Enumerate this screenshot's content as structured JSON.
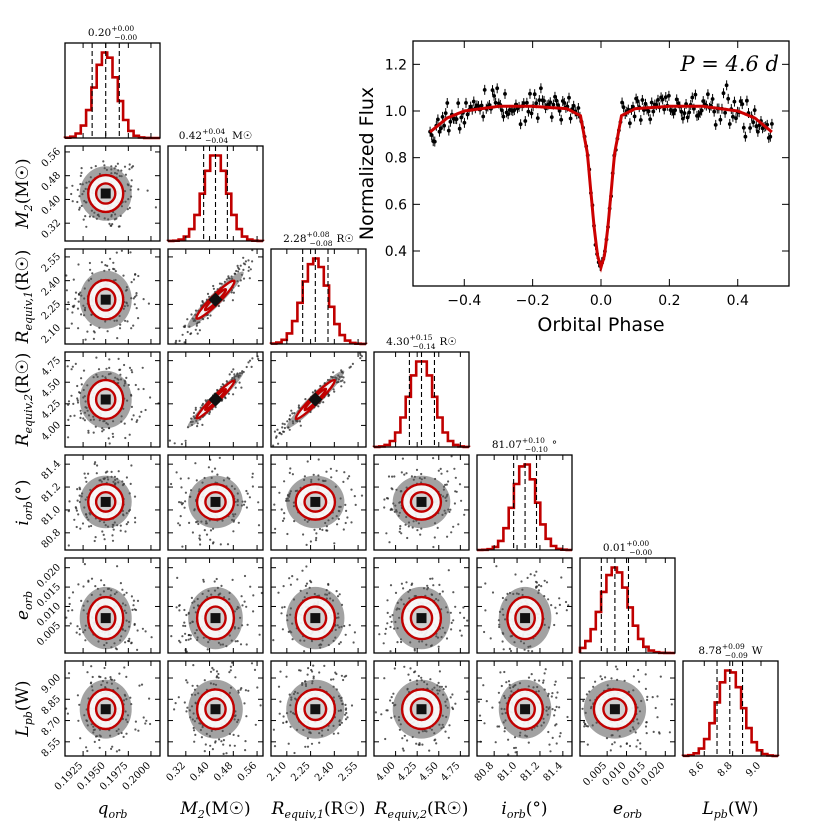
{
  "chart_data": [
    {
      "type": "corner",
      "parameters": [
        {
          "key": "q",
          "label_main": "q",
          "label_sub": "orb",
          "label_unit": "",
          "title_value": "0.20",
          "title_plus": "+0.00",
          "title_minus": "−0.00",
          "title_unit": "",
          "median": 0.195,
          "sigma": 0.00125,
          "lo": 0.1935,
          "hi": 0.1965,
          "range": [
            0.1905,
            0.201
          ],
          "ticks": [
            0.1925,
            0.195,
            0.1975,
            0.2
          ],
          "tick_labels": [
            "0.1925",
            "0.1950",
            "0.1975",
            "0.2000"
          ]
        },
        {
          "key": "m2",
          "label_main": "M",
          "label_sub": "2",
          "label_unit": "(M☉)",
          "title_value": "0.42",
          "title_plus": "+0.04",
          "title_minus": "−0.04",
          "title_unit": "M☉",
          "median": 0.42,
          "sigma": 0.04,
          "lo": 0.38,
          "hi": 0.46,
          "range": [
            0.26,
            0.58
          ],
          "ticks": [
            0.32,
            0.4,
            0.48,
            0.56
          ],
          "tick_labels": [
            "0.32",
            "0.40",
            "0.48",
            "0.56"
          ]
        },
        {
          "key": "r1",
          "label_main": "R",
          "label_sub": "equiv,1",
          "label_unit": "(R☉)",
          "title_value": "2.28",
          "title_plus": "+0.08",
          "title_minus": "−0.08",
          "title_unit": "R☉",
          "median": 2.28,
          "sigma": 0.08,
          "lo": 2.2,
          "hi": 2.36,
          "range": [
            2.0,
            2.6
          ],
          "ticks": [
            2.1,
            2.25,
            2.4,
            2.55
          ],
          "tick_labels": [
            "2.10",
            "2.25",
            "2.40",
            "2.55"
          ]
        },
        {
          "key": "r2",
          "label_main": "R",
          "label_sub": "equiv,2",
          "label_unit": "(R☉)",
          "title_value": "4.30",
          "title_plus": "+0.15",
          "title_minus": "−0.14",
          "title_unit": "R☉",
          "median": 4.3,
          "sigma": 0.145,
          "lo": 4.16,
          "hi": 4.45,
          "range": [
            3.75,
            4.85
          ],
          "ticks": [
            4.0,
            4.25,
            4.5,
            4.75
          ],
          "tick_labels": [
            "4.00",
            "4.25",
            "4.50",
            "4.75"
          ]
        },
        {
          "key": "inc",
          "label_main": "i",
          "label_sub": "orb",
          "label_unit": "(°)",
          "title_value": "81.07",
          "title_plus": "+0.10",
          "title_minus": "−0.10",
          "title_unit": "°",
          "median": 81.07,
          "sigma": 0.1,
          "lo": 80.97,
          "hi": 81.17,
          "range": [
            80.65,
            81.48
          ],
          "ticks": [
            80.8,
            81.0,
            81.2,
            81.4
          ],
          "tick_labels": [
            "80.8",
            "81.0",
            "81.2",
            "81.4"
          ]
        },
        {
          "key": "ecc",
          "label_main": "e",
          "label_sub": "orb",
          "label_unit": "",
          "title_value": "0.01",
          "title_plus": "+0.00",
          "title_minus": "−0.00",
          "title_unit": "",
          "median": 0.007,
          "sigma": 0.0035,
          "lo": 0.0035,
          "hi": 0.0105,
          "range": [
            -0.002,
            0.0225
          ],
          "ticks": [
            0.005,
            0.01,
            0.015,
            0.02
          ],
          "tick_labels": [
            "0.005",
            "0.010",
            "0.015",
            "0.020"
          ]
        },
        {
          "key": "lpb",
          "label_main": "L",
          "label_sub": "pb",
          "label_unit": "(W)",
          "title_value": "8.78",
          "title_plus": "+0.09",
          "title_minus": "−0.09",
          "title_unit": "W",
          "median": 8.78,
          "sigma": 0.09,
          "lo": 8.69,
          "hi": 8.87,
          "range": [
            8.45,
            9.12
          ],
          "ticks": [
            8.55,
            8.7,
            8.85,
            9.0
          ],
          "tick_labels": [
            "8.55",
            "8.70",
            "8.85",
            "9.00"
          ],
          "x_ticks": [
            8.6,
            8.8,
            9.0
          ],
          "x_tick_labels": [
            "8.6",
            "8.8",
            "9.0"
          ]
        }
      ],
      "correlations": {
        "m2-r1": 0.95,
        "m2-r2": 0.97,
        "r1-r2": 0.96
      },
      "colors": {
        "contour": "#c00000",
        "hist": "#c00000",
        "points": "#222222",
        "quantile_lines": "#000000"
      }
    },
    {
      "type": "scatter",
      "annotation": "P = 4.6 d",
      "xlabel": "Orbital Phase",
      "ylabel": "Normalized Flux",
      "xlim": [
        -0.55,
        0.55
      ],
      "ylim": [
        0.25,
        1.3
      ],
      "xticks": [
        -0.4,
        -0.2,
        0.0,
        0.2,
        0.4
      ],
      "xtick_labels": [
        "−0.4",
        "−0.2",
        "0.0",
        "0.2",
        "0.4"
      ],
      "yticks": [
        0.4,
        0.6,
        0.8,
        1.0,
        1.2
      ],
      "ytick_labels": [
        "0.4",
        "0.6",
        "0.8",
        "1.0",
        "1.2"
      ],
      "model": {
        "color": "#cc0000",
        "x": [
          -0.5,
          -0.45,
          -0.4,
          -0.3,
          -0.2,
          -0.1,
          -0.06,
          -0.04,
          -0.03,
          -0.02,
          -0.01,
          0.0,
          0.01,
          0.02,
          0.03,
          0.04,
          0.06,
          0.1,
          0.2,
          0.3,
          0.4,
          0.45,
          0.5
        ],
        "y": [
          0.91,
          0.97,
          1.0,
          1.02,
          1.02,
          1.01,
          0.98,
          0.82,
          0.66,
          0.5,
          0.38,
          0.33,
          0.38,
          0.5,
          0.66,
          0.82,
          0.98,
          1.01,
          1.02,
          1.02,
          1.0,
          0.97,
          0.91
        ]
      },
      "data_points": {
        "color": "#000000",
        "n": 220,
        "scatter": 0.035
      }
    }
  ]
}
